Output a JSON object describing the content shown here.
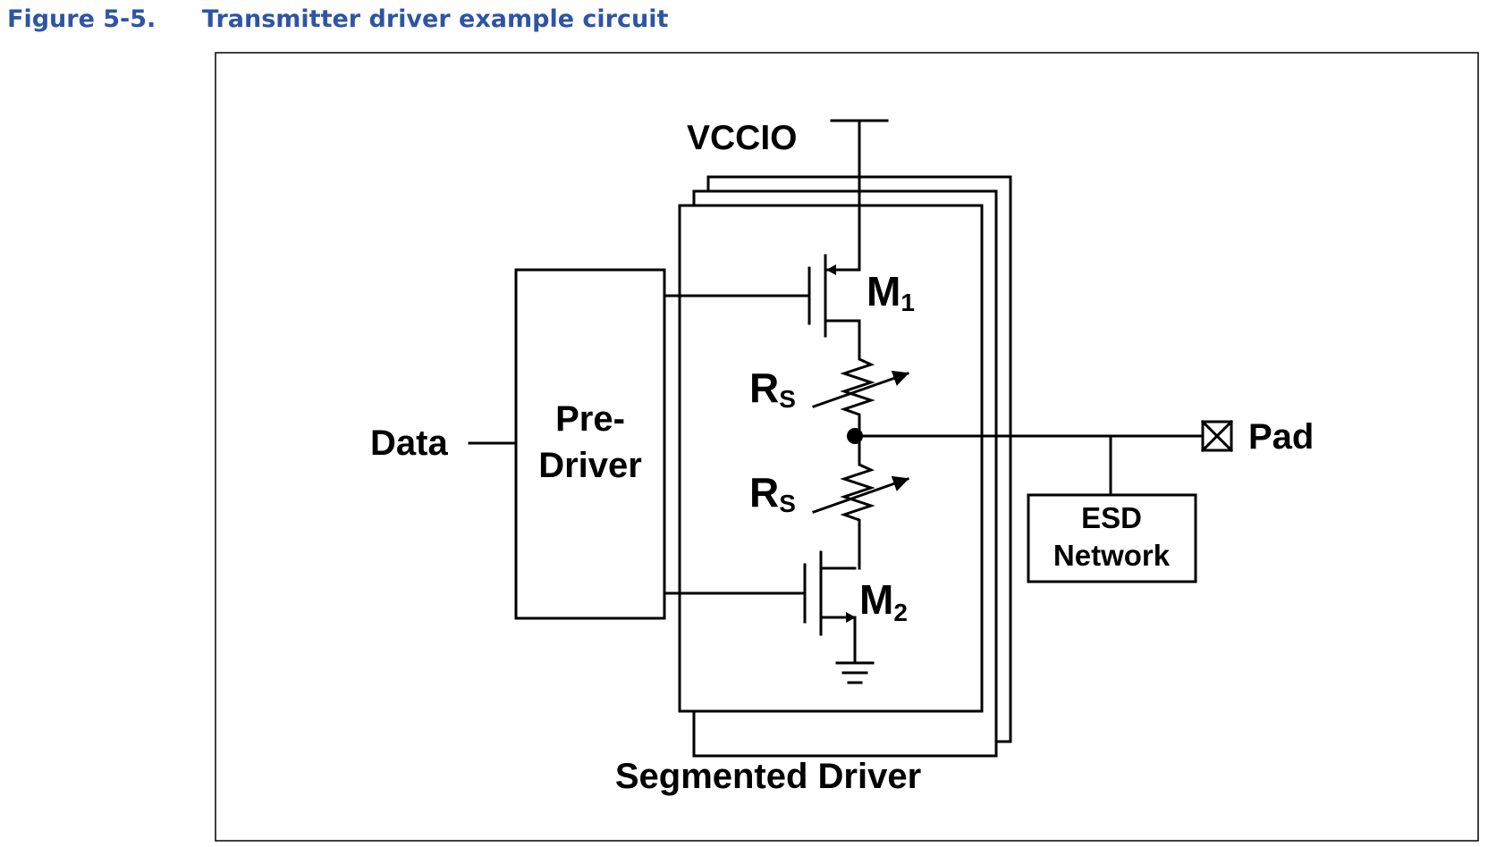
{
  "figure": {
    "number": "Figure 5-5.",
    "title": "Transmitter driver example circuit"
  },
  "labels": {
    "vccio": "VCCIO",
    "data": "Data",
    "predriver_line1": "Pre-",
    "predriver_line2": "Driver",
    "m1": "M",
    "m1_sub": "1",
    "m2": "M",
    "m2_sub": "2",
    "rs_top": "R",
    "rs_top_sub": "S",
    "rs_bottom": "R",
    "rs_bottom_sub": "S",
    "pad": "Pad",
    "esd_line1": "ESD",
    "esd_line2": "Network",
    "segmented_driver": "Segmented Driver"
  }
}
